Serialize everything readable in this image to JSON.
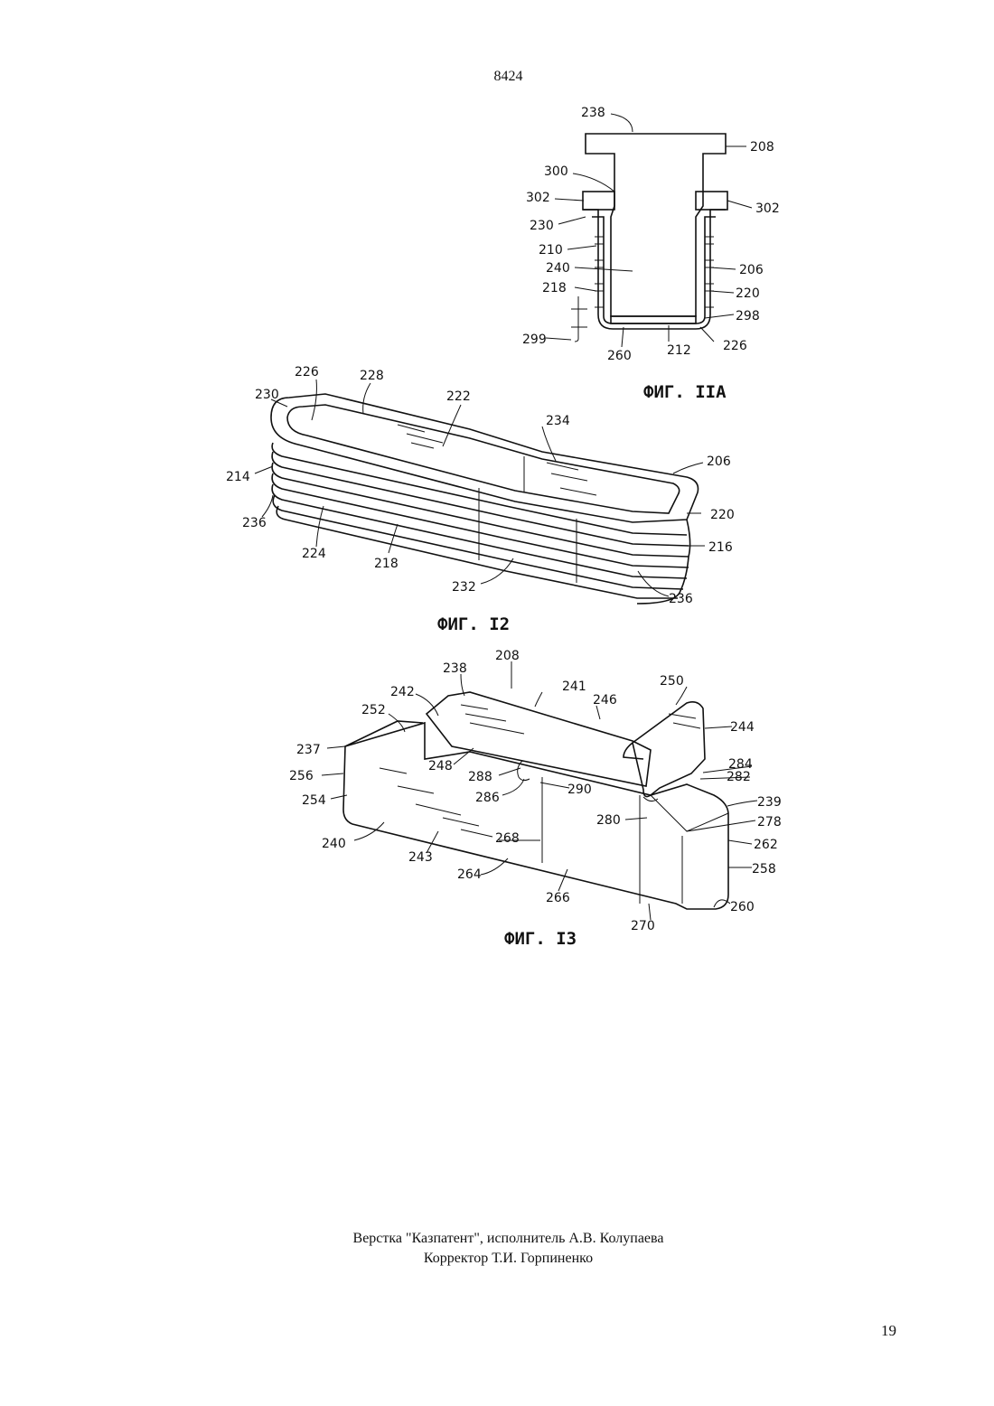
{
  "header": {
    "doc_number": "8424"
  },
  "figures": {
    "fig11a": {
      "caption": "ФИГ. IIA",
      "labels": [
        "238",
        "208",
        "300",
        "302",
        "302",
        "230",
        "210",
        "240",
        "206",
        "218",
        "220",
        "298",
        "299",
        "260",
        "212",
        "226"
      ]
    },
    "fig12": {
      "caption": "ФИГ. I2",
      "labels": [
        "226",
        "228",
        "230",
        "222",
        "234",
        "206",
        "214",
        "236",
        "224",
        "218",
        "232",
        "220",
        "216",
        "236"
      ]
    },
    "fig13": {
      "caption": "ФИГ. I3",
      "labels": [
        "208",
        "238",
        "241",
        "250",
        "242",
        "246",
        "244",
        "252",
        "237",
        "248",
        "284",
        "282",
        "288",
        "256",
        "290",
        "239",
        "286",
        "254",
        "280",
        "278",
        "268",
        "262",
        "240",
        "243",
        "264",
        "258",
        "266",
        "260",
        "270"
      ]
    }
  },
  "footer": {
    "line1": "Верстка \"Казпатент\", исполнитель А.В. Колупаева",
    "line2": "Корректор Т.И. Горпиненко"
  },
  "page_number": "19"
}
